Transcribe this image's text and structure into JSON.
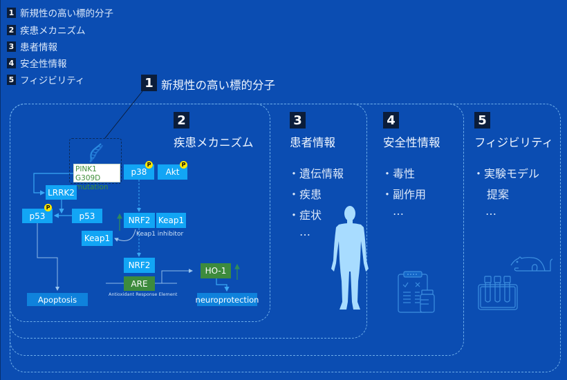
{
  "legend": [
    {
      "num": "1",
      "label": "新規性の高い標的分子"
    },
    {
      "num": "2",
      "label": "疾患メカニズム"
    },
    {
      "num": "3",
      "label": "患者情報"
    },
    {
      "num": "4",
      "label": "安全性情報"
    },
    {
      "num": "5",
      "label": "フィジビリティ"
    }
  ],
  "callout": {
    "num": "1",
    "label": "新規性の高い標的分子"
  },
  "sections": [
    {
      "num": "2",
      "title": "疾患メカニズム",
      "items": []
    },
    {
      "num": "3",
      "title": "患者情報",
      "items": [
        "・遺伝情報",
        "・疾患",
        "・症状",
        "…"
      ]
    },
    {
      "num": "4",
      "title": "安全性情報",
      "items": [
        "・毒性",
        "・副作用",
        "…"
      ]
    },
    {
      "num": "5",
      "title": "フィジビリティ",
      "items": [
        "・実験モデル",
        "提案",
        "…"
      ]
    }
  ],
  "pathway": {
    "mutation": {
      "line1": "PINK1 G309D",
      "line2": "mutation"
    },
    "phospho_badge": "P",
    "nodes": {
      "p38": "p38",
      "akt": "Akt",
      "lrrk2": "LRRK2",
      "p53_phosphorylated": "p53",
      "p53": "p53",
      "nrf2_top": "NRF2",
      "keap1_bound": "Keap1",
      "keap1_free": "Keap1",
      "nrf2_bottom": "NRF2",
      "are": "ARE",
      "ho1": "HO-1",
      "apoptosis": "Apoptosis",
      "neuroprotection": "neuroprotection"
    },
    "keap1_inhibitor_label": "Keap1 inhibitor",
    "are_caption": "Antioxidant Response Element"
  },
  "icons": {
    "mechanism": "dna-icon",
    "patient": "human-body-icon",
    "safety": "clipboard-vial-icon",
    "feasibility": [
      "test-tube-rack-icon",
      "mouse-icon"
    ]
  },
  "colors": {
    "background": "#0b4db2",
    "number_box": "#0b1d3a",
    "node": "#12a5f5",
    "node_green": "#3d8b3d",
    "outcome": "#0f82dc",
    "phospho_badge": "#ffe600",
    "frame_dash": "#6eaeea",
    "human_figure": "#a8dcff"
  }
}
